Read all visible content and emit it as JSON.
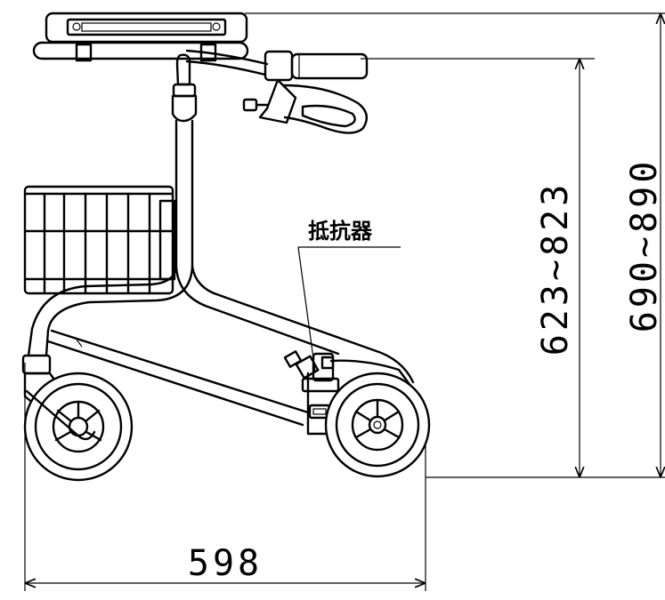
{
  "dimensions": {
    "width": "598",
    "handle_height": "623~823",
    "overall_height": "690~890"
  },
  "labels": {
    "resistor": "抵抗器"
  }
}
